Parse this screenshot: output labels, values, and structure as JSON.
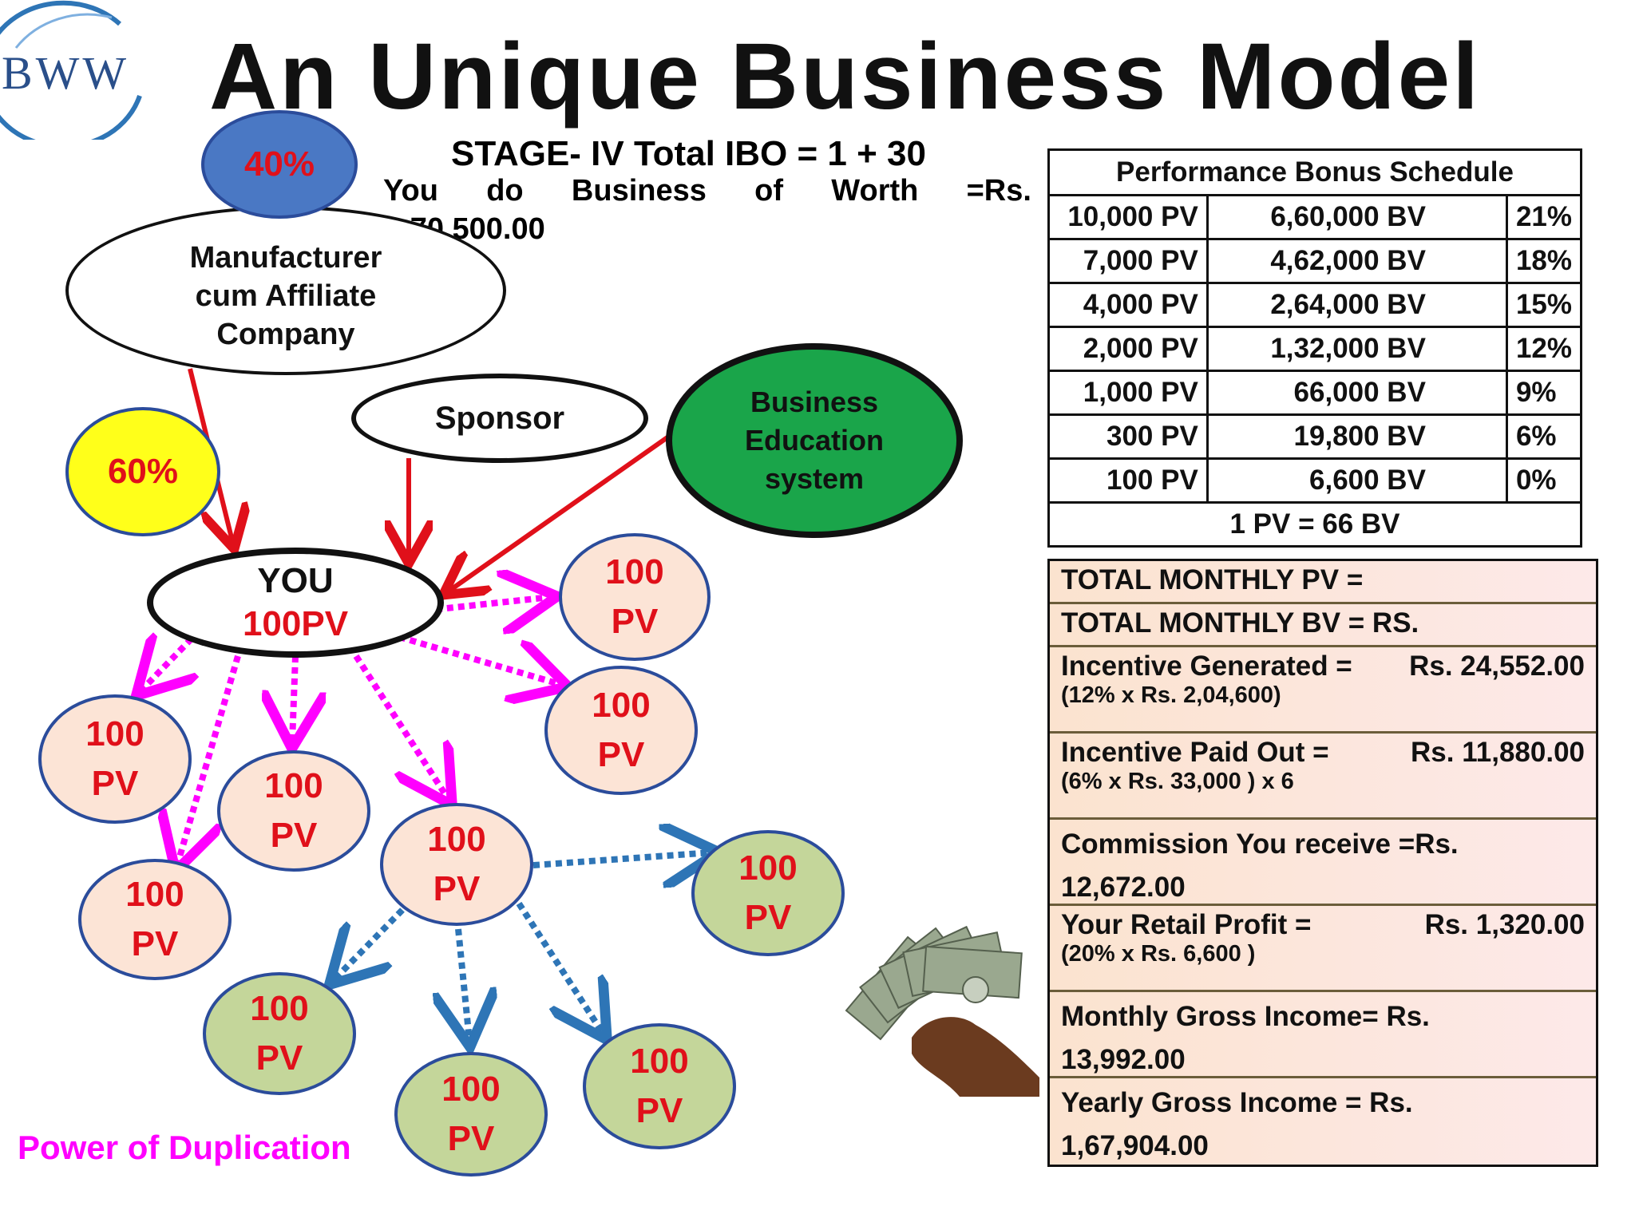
{
  "logo": {
    "text": "BWW"
  },
  "title": "An Unique Business Model",
  "stage": {
    "line": "STAGE- IV  Total IBO = 1 + 30",
    "worth_words": [
      "You",
      "do",
      "Business",
      "of",
      "Worth",
      "=Rs."
    ],
    "worth_value": "1,70,500.00"
  },
  "nodes": {
    "manufacturer": [
      "Manufacturer",
      "cum Affiliate",
      "Company"
    ],
    "pct40": "40%",
    "pct60": "60%",
    "sponsor": "Sponsor",
    "bes": [
      "Business",
      "Education",
      "system"
    ],
    "you_label": "YOU",
    "you_pv": "100PV",
    "pv_top": "100",
    "pv_bottom": "PV"
  },
  "power_of_duplication": "Power of Duplication",
  "bonus_schedule": {
    "title": "Performance Bonus Schedule",
    "rows": [
      {
        "pv": "10,000 PV",
        "bv": "6,60,000 BV",
        "pct": "21%"
      },
      {
        "pv": "7,000 PV",
        "bv": "4,62,000 BV",
        "pct": "18%"
      },
      {
        "pv": "4,000 PV",
        "bv": "2,64,000 BV",
        "pct": "15%"
      },
      {
        "pv": "2,000 PV",
        "bv": "1,32,000 BV",
        "pct": "12%"
      },
      {
        "pv": "1,000 PV",
        "bv": "66,000 BV",
        "pct": "9%"
      },
      {
        "pv": "300 PV",
        "bv": "19,800 BV",
        "pct": "6%"
      },
      {
        "pv": "100 PV",
        "bv": "6,600 BV",
        "pct": "0%"
      }
    ],
    "footer": "1 PV = 66 BV"
  },
  "income": {
    "total_pv": "TOTAL MONTHLY PV =",
    "total_bv": "TOTAL MONTHLY BV =    RS.",
    "incentive_generated": {
      "label": "Incentive Generated =",
      "value": "Rs.   24,552.00",
      "sub": "(12% x Rs. 2,04,600)"
    },
    "incentive_paid": {
      "label": "Incentive Paid Out =",
      "value": "Rs.      11,880.00",
      "sub": "(6% x Rs. 33,000 ) x 6"
    },
    "commission": {
      "label": "Commission You receive =Rs.",
      "value": "12,672.00"
    },
    "retail_profit": {
      "label": "Your Retail Profit =",
      "value": "Rs.   1,320.00",
      "sub": "(20% x Rs. 6,600 )"
    },
    "monthly_gross": {
      "label": "Monthly Gross Income=   Rs.",
      "value": "13,992.00"
    },
    "yearly_gross": {
      "label": "Yearly Gross Income    = Rs.",
      "value": "1,67,904.00"
    }
  },
  "colors": {
    "red": "#e0101a",
    "magenta": "#ff00ff",
    "blue_dot": "#2e75b6",
    "green": "#1aa54a",
    "yellow": "#ffff1a"
  }
}
